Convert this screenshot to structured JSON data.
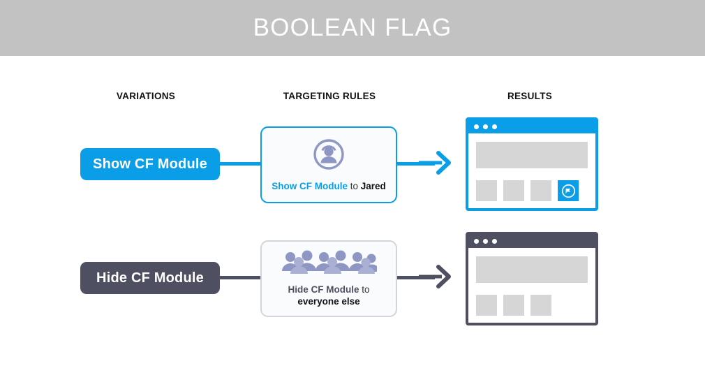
{
  "banner": {
    "title": "BOOLEAN FLAG",
    "bg": "#c2c2c2",
    "text_color": "#ffffff"
  },
  "columns": [
    {
      "label": "VARIATIONS"
    },
    {
      "label": "TARGETING RULES"
    },
    {
      "label": "RESULTS"
    }
  ],
  "theme": {
    "blue": "#0b9ee8",
    "slate": "#4e4f61",
    "tile_gray": "#d6d6d6",
    "card_bg": "#fafbfc"
  },
  "rows": [
    {
      "variation": {
        "label": "Show CF Module",
        "color": "#0b9ee8"
      },
      "rule": {
        "icon": "single-user-icon",
        "flag_text": "Show CF Module",
        "connector_text": " to ",
        "audience_text": "Jared",
        "accent": "#0b9ee8"
      },
      "arrow": {
        "color": "#0b9ee8"
      },
      "result": {
        "chrome_color": "#0b9ee8",
        "dots": 3,
        "tiles": 4,
        "active_tile_index": 3,
        "active_tile_icon": "cf-module-flag-icon"
      }
    },
    {
      "variation": {
        "label": "Hide CF Module",
        "color": "#4e4f61"
      },
      "rule": {
        "icon": "crowd-icon",
        "flag_text": "Hide CF Module",
        "connector_text": " to",
        "audience_text": "everyone else",
        "accent": "#4e4f61"
      },
      "arrow": {
        "color": "#4e4f61"
      },
      "result": {
        "chrome_color": "#4e4f61",
        "dots": 3,
        "tiles": 3,
        "active_tile_index": -1,
        "active_tile_icon": ""
      }
    }
  ]
}
